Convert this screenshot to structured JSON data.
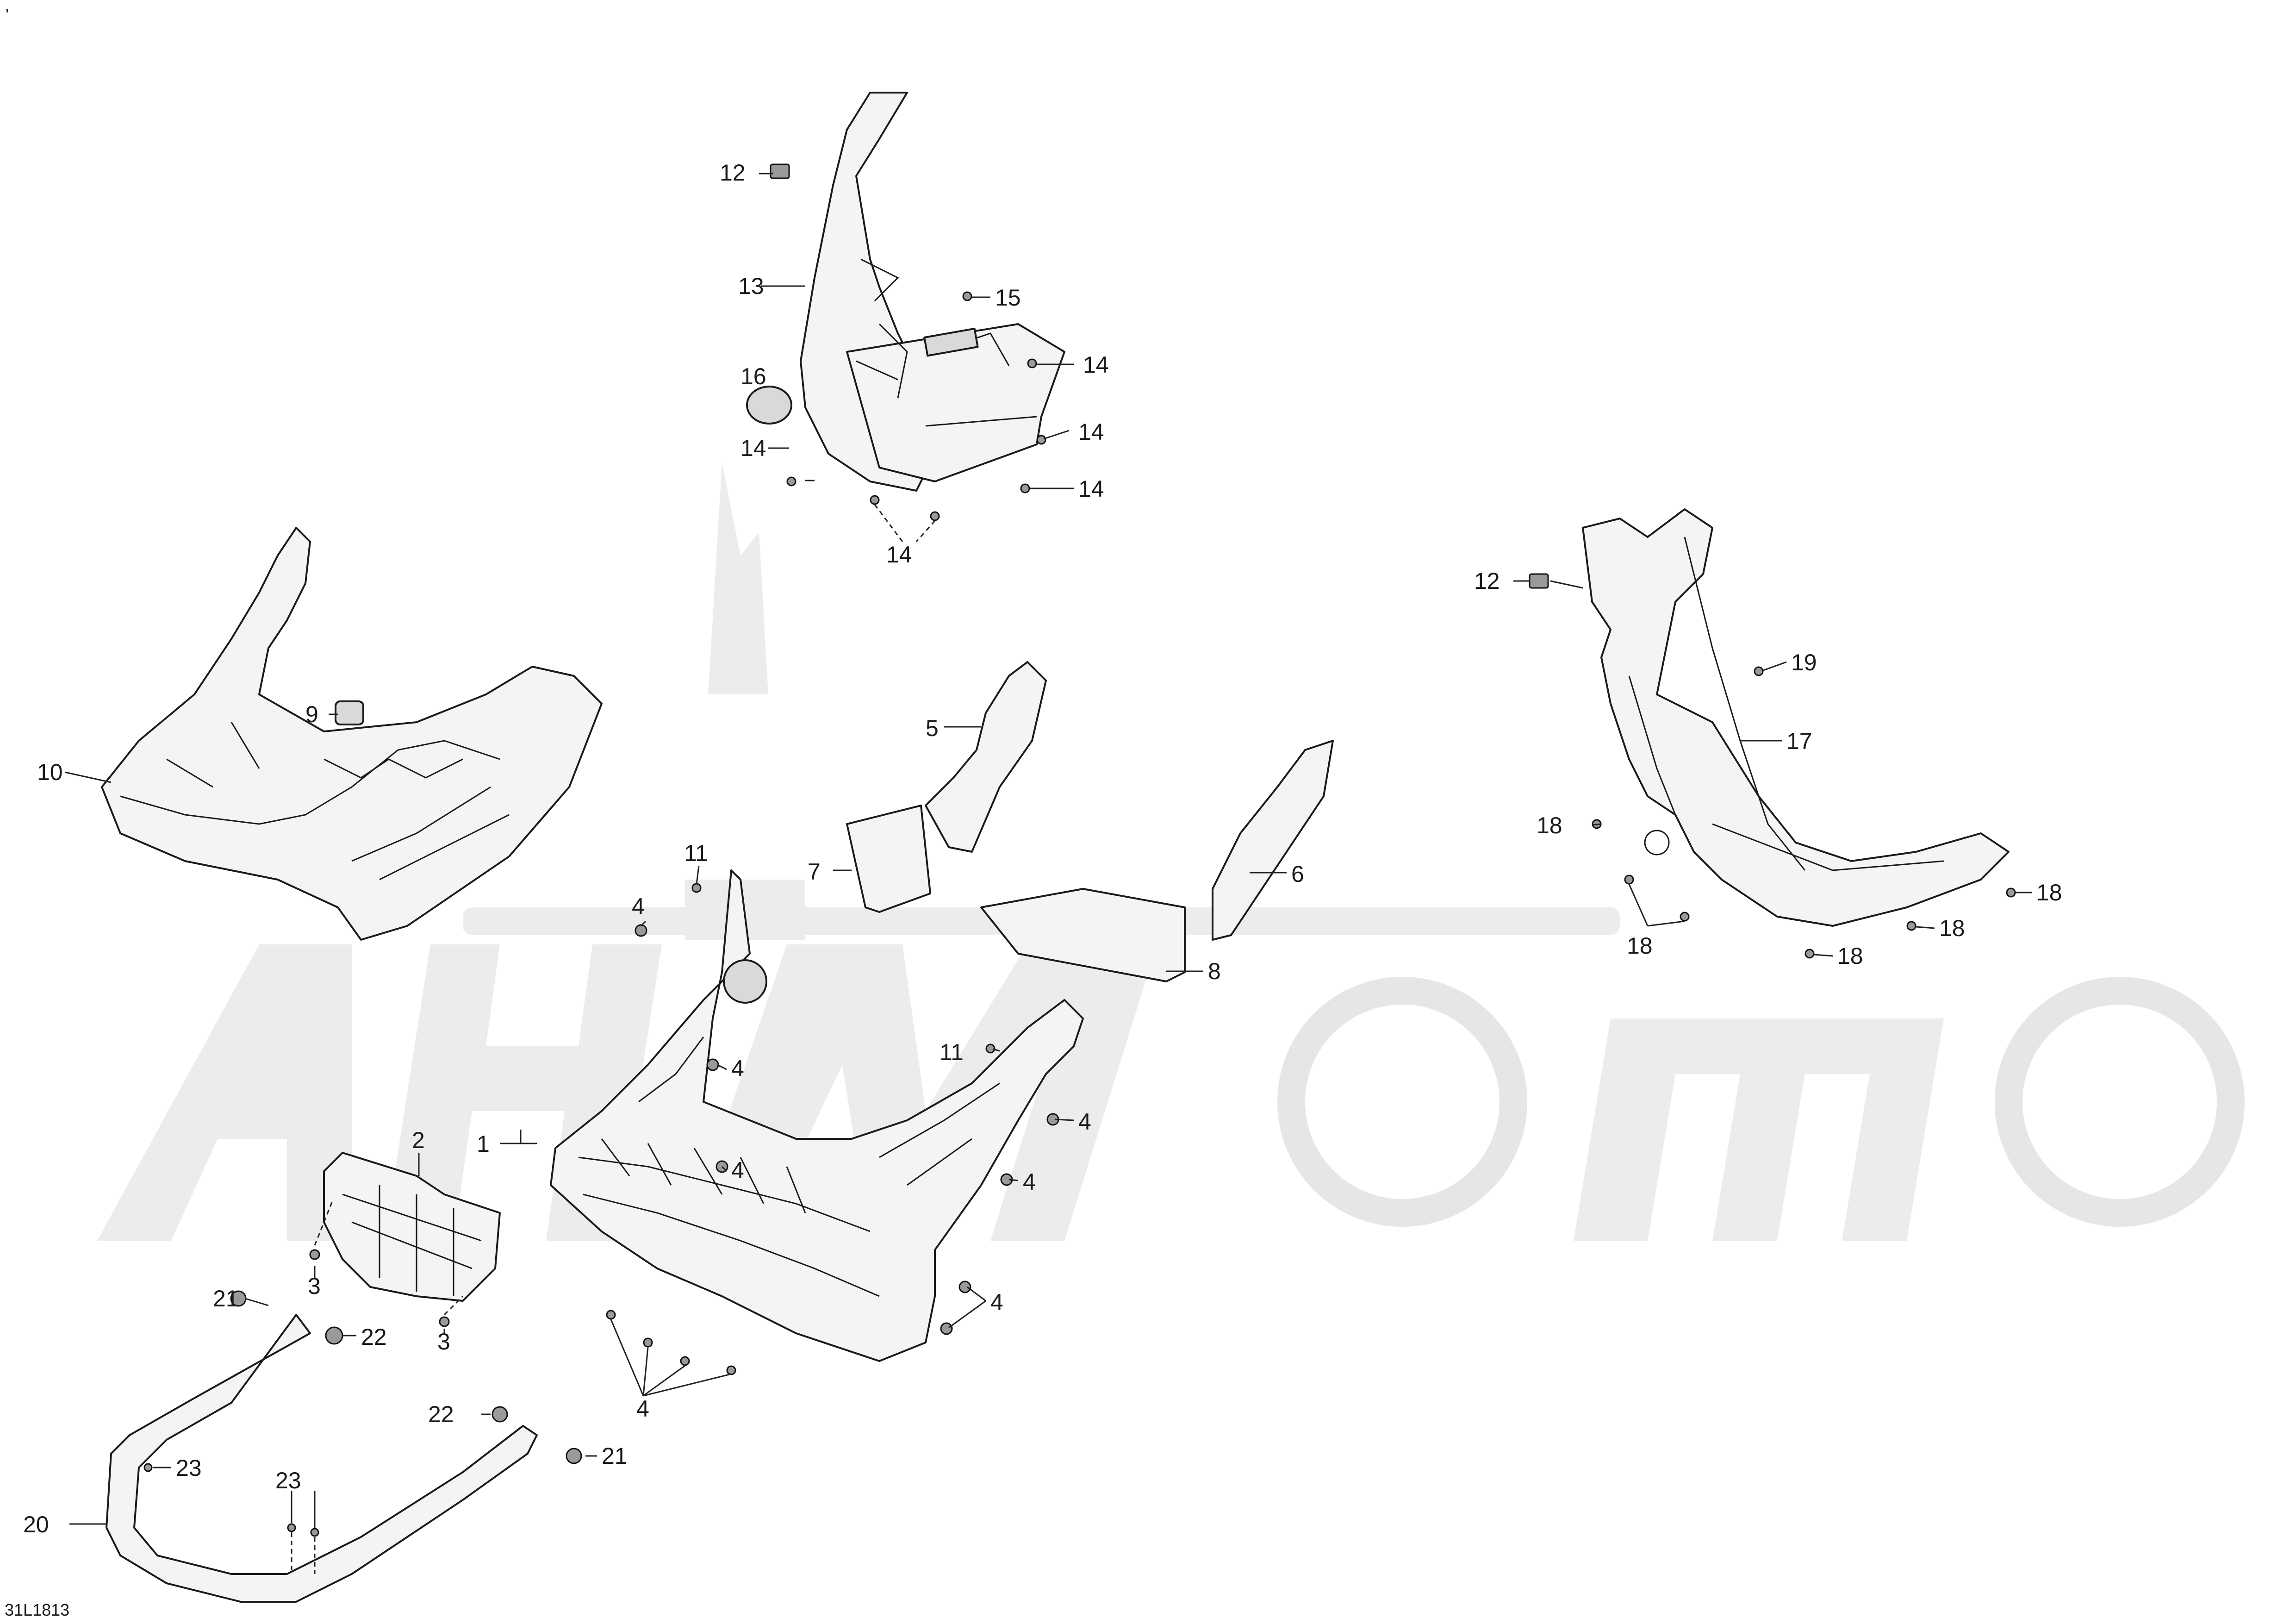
{
  "diagram_code": "31L1813",
  "corner_mark": "'",
  "callouts": {
    "c1": "1",
    "c2": "2",
    "c3a": "3",
    "c3b": "3",
    "c4a": "4",
    "c4b": "4",
    "c4c": "4",
    "c4d": "4",
    "c4e": "4",
    "c4f": "4",
    "c4g": "4",
    "c5": "5",
    "c6": "6",
    "c7": "7",
    "c8": "8",
    "c9": "9",
    "c10": "10",
    "c11a": "11",
    "c11b": "11",
    "c12a": "12",
    "c12b": "12",
    "c13": "13",
    "c14a": "14",
    "c14b": "14",
    "c14c": "14",
    "c14d": "14",
    "c14e": "14",
    "c15": "15",
    "c16": "16",
    "c17": "17",
    "c18a": "18",
    "c18b": "18",
    "c18c": "18",
    "c18d": "18",
    "c18e": "18",
    "c19": "19",
    "c20": "20",
    "c21a": "21",
    "c21b": "21",
    "c22a": "22",
    "c22b": "22",
    "c23a": "23",
    "c23b": "23"
  }
}
